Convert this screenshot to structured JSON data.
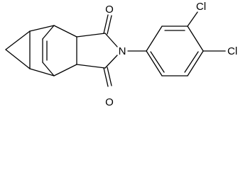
{
  "molecule": {
    "atoms": {
      "o_top": "O",
      "o_bottom": "O",
      "n": "N",
      "cl_top": "Cl",
      "cl_right": "Cl"
    }
  },
  "colors": {
    "bond": "#000000",
    "text": "#000000",
    "background": "#ffffff"
  }
}
